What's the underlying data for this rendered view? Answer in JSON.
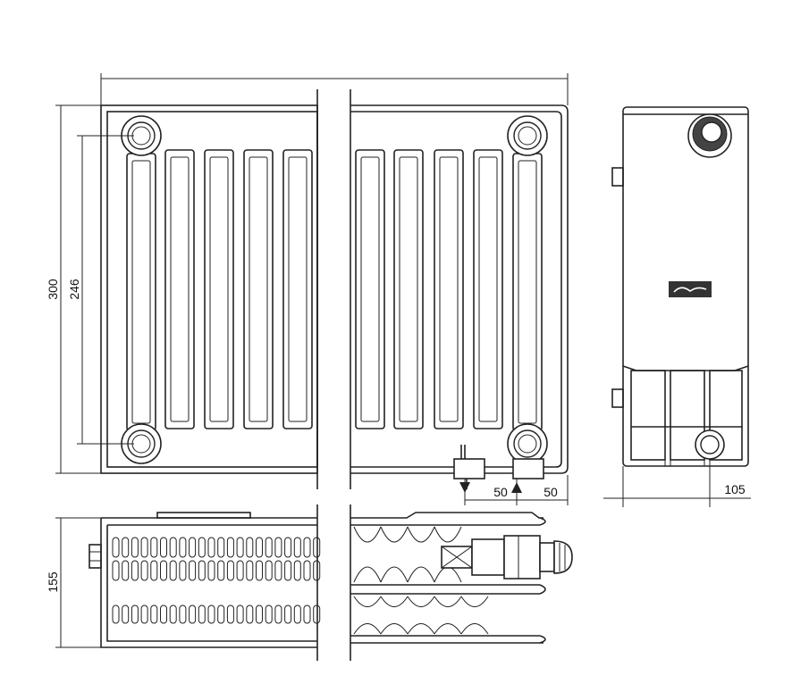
{
  "dimensions": {
    "total_height": "300",
    "connection_distance": "246",
    "depth": "155",
    "offset_left": "50",
    "offset_right": "50",
    "side_depth": "105"
  },
  "colors": {
    "line": "#222222",
    "background": "#ffffff"
  }
}
